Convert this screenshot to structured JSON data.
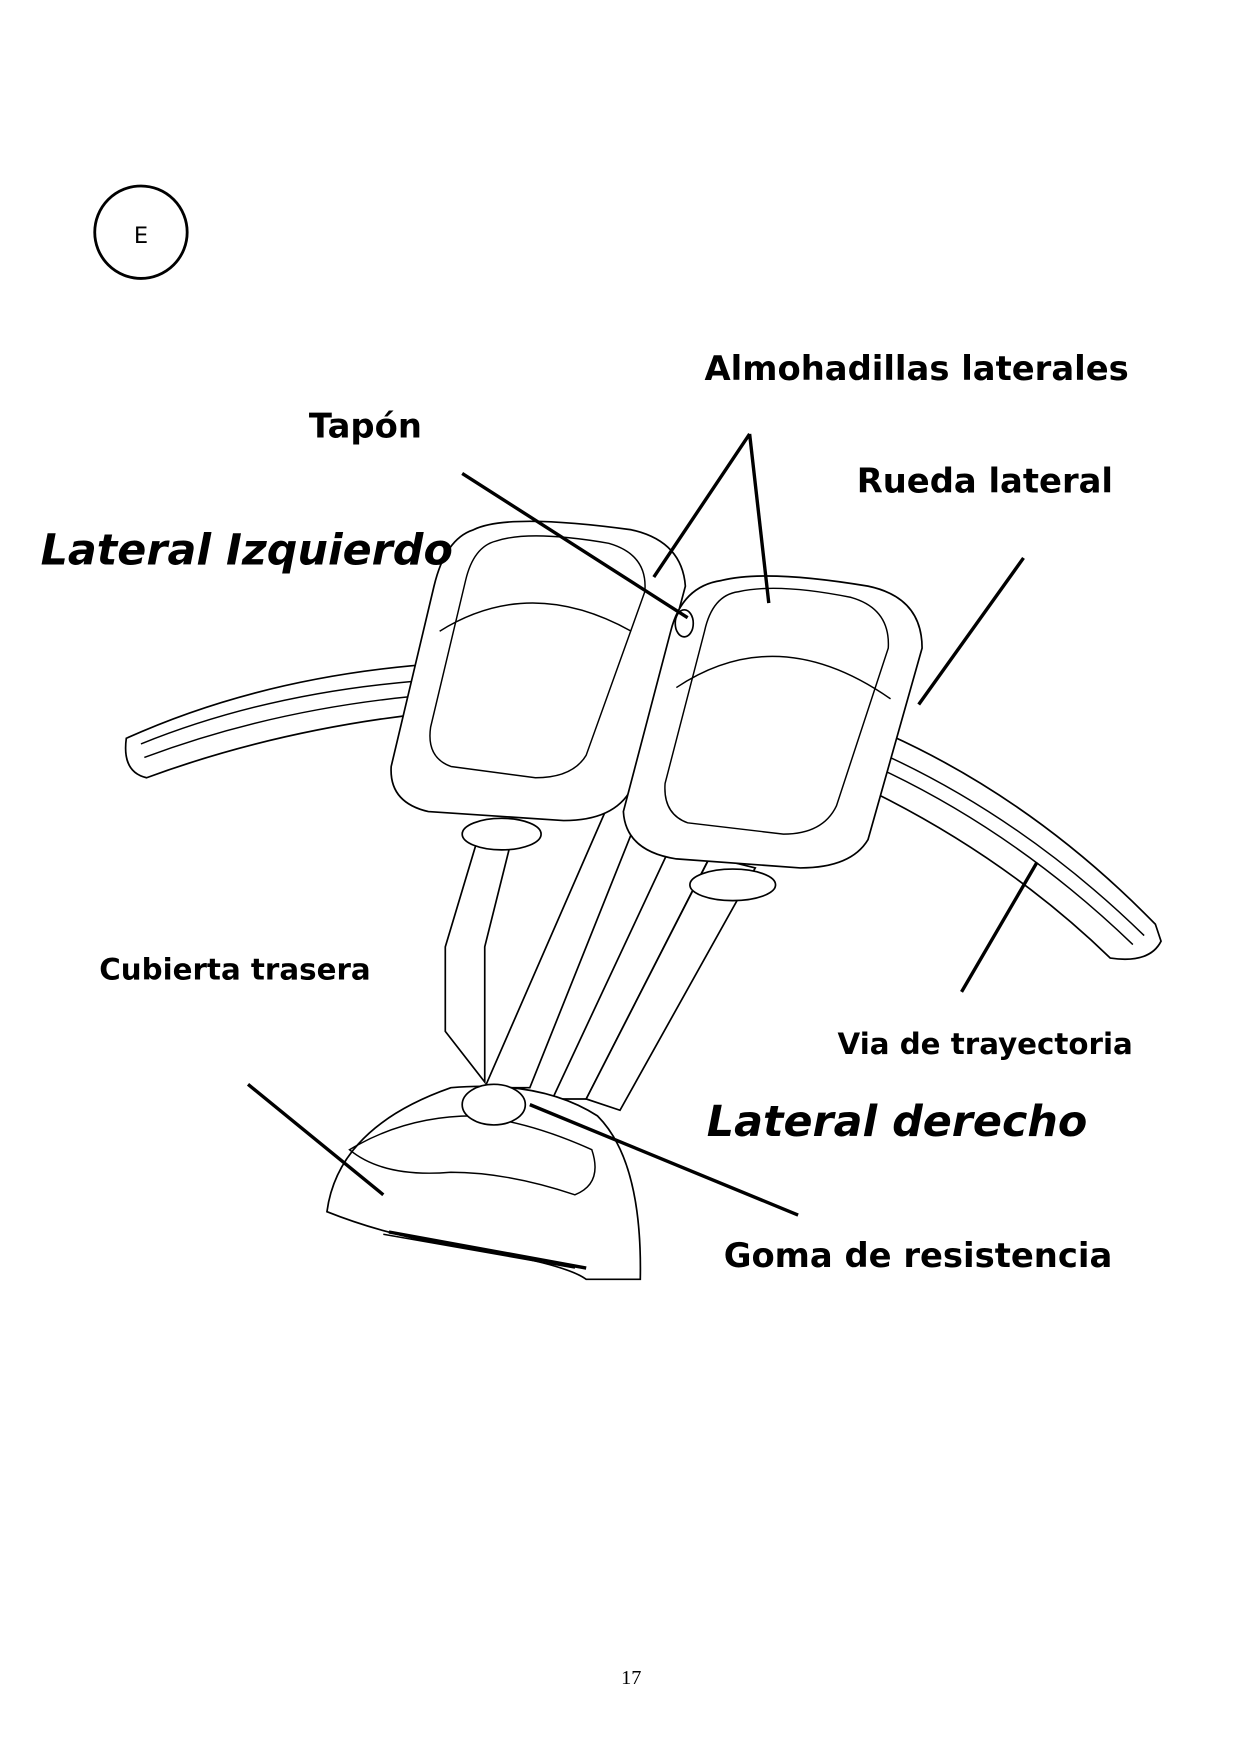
{
  "section_badge": "E",
  "labels": {
    "almohadillas": "Almohadillas laterales",
    "tapon": "Tapón",
    "rueda": "Rueda lateral",
    "lateral_izquierdo": "Lateral Izquierdo",
    "cubierta": "Cubierta trasera",
    "via": "Via de trayectoria",
    "lateral_derecho": "Lateral derecho",
    "goma": "Goma de resistencia"
  },
  "page_number": "17"
}
